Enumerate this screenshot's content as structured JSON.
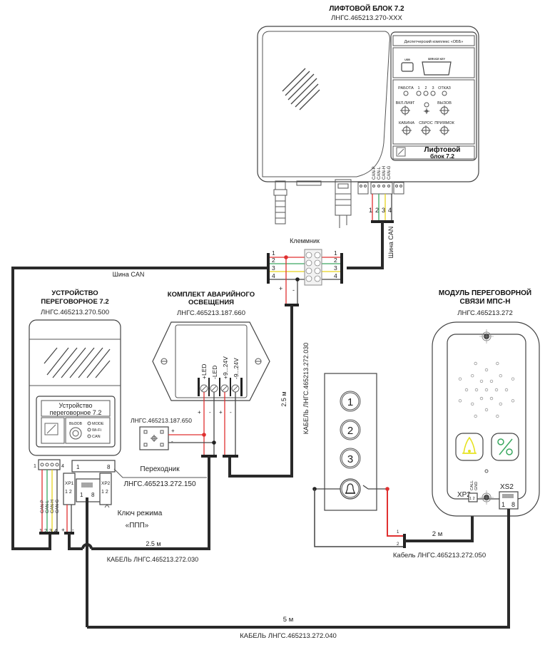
{
  "devices": {
    "lift_block": {
      "title": "ЛИФТОВОЙ БЛОК 7.2",
      "code": "ЛНГС.465213.270-XXX",
      "panel_header": "Диспетчерский комплекс «ОББ»",
      "usb_label": "USB",
      "service_label": "SERVICE KEY",
      "leds": [
        "РАБОТА",
        "1",
        "2",
        "3",
        "ОТКАЗ"
      ],
      "buttons_row1": [
        "ВКЛ.ЛИФТ",
        "ВЫЗОВ"
      ],
      "buttons_row2": [
        "КАБИНА",
        "СБРОС",
        "ПРИЯМОК"
      ],
      "brand_line1": "Лифтовой",
      "brand_line2": "блок 7.2",
      "can_pins": [
        "CAN-P",
        "CAN-L",
        "CAN-H",
        "CAN-G"
      ],
      "pin_numbers": [
        "1",
        "2",
        "3",
        "4"
      ]
    },
    "intercom_device": {
      "title_line1": "УСТРОЙСТВО",
      "title_line2": "ПЕРЕГОВОРНОЕ 7.2",
      "code": "ЛНГС.465213.270.500",
      "label_line1": "Устройство",
      "label_line2": "переговорное 7.2",
      "call_label": "ВЫЗОВ",
      "indicators": [
        "MODE",
        "Wi-Fi",
        "CAN"
      ],
      "can_pins": [
        "CAN-P",
        "CAN-L",
        "CAN-H",
        "CAN-G"
      ],
      "pin_numbers": [
        "1",
        "2",
        "3",
        "4"
      ],
      "terminal_left": "1",
      "terminal_right": "4"
    },
    "emergency_light": {
      "title_line1": "КОМПЛЕКТ АВАРИЙНОГО",
      "title_line2": "ОСВЕЩЕНИЯ",
      "code": "ЛНГС.465213.187.660",
      "terminals": [
        "+LED",
        "-LED",
        "+9...24V",
        "-9...24V"
      ],
      "polarity": [
        "+",
        "-",
        "+",
        "-"
      ]
    },
    "led_module": {
      "code": "ЛНГС.465213.187.650",
      "plus": "+",
      "minus": "-"
    },
    "adapter": {
      "name": "Переходник",
      "code": "ЛНГС.465213.272.150",
      "pin_left": "1",
      "pin_right": "8",
      "xp1": "XP1",
      "xp2": "XP2",
      "xp_pins": "1 2",
      "rj_pins_left": "1",
      "rj_pins_right": "8",
      "plus": "+",
      "minus": "-"
    },
    "mode_key": {
      "line1": "Ключ режима",
      "line2": "«ППП»"
    },
    "terminal_block": {
      "title": "Клеммник",
      "left_numbers": [
        "1",
        "2",
        "3",
        "4"
      ],
      "right_numbers": [
        "1",
        "2",
        "3",
        "4"
      ],
      "plus": "+",
      "minus": "-"
    },
    "call_panel": {
      "buttons": [
        "1",
        "2",
        "3"
      ],
      "wire_1": "1",
      "wire_2": "2"
    },
    "mps_module": {
      "title_line1": "МОДУЛЬ ПЕРЕГОВОРНОЙ",
      "title_line2": "СВЯЗИ МПС-Н",
      "code": "ЛНГС.465213.272",
      "xp2": "XP2",
      "xp2_pins": [
        "CALL",
        "GND"
      ],
      "xp2_nums": "1 2",
      "xs2": "XS2",
      "xs2_left": "1",
      "xs2_right": "8"
    }
  },
  "cables": {
    "can_bus_vertical": "Шина CAN",
    "can_bus_horizontal": "Шина CAN",
    "cable_030_vertical": "КАБЕЛЬ ЛНГС.465213.272.030",
    "cable_030_vertical_len": "2.5 м",
    "cable_030_bottom": "КАБЕЛЬ ЛНГС.465213.272.030",
    "cable_030_bottom_len": "2.5 м",
    "cable_050": "Кабель ЛНГС.465213.272.050",
    "cable_050_len": "2 м",
    "cable_040": "КАБЕЛЬ ЛНГС.465213.272.040",
    "cable_040_len": "5 м"
  },
  "colors": {
    "wire_red": "#e03030",
    "wire_green": "#3aa860",
    "wire_yellow": "#e6d21e",
    "cable_black": "#2a2a2a",
    "call_button_yellow": "#e6e21e",
    "call_button_green": "#3aa860"
  }
}
